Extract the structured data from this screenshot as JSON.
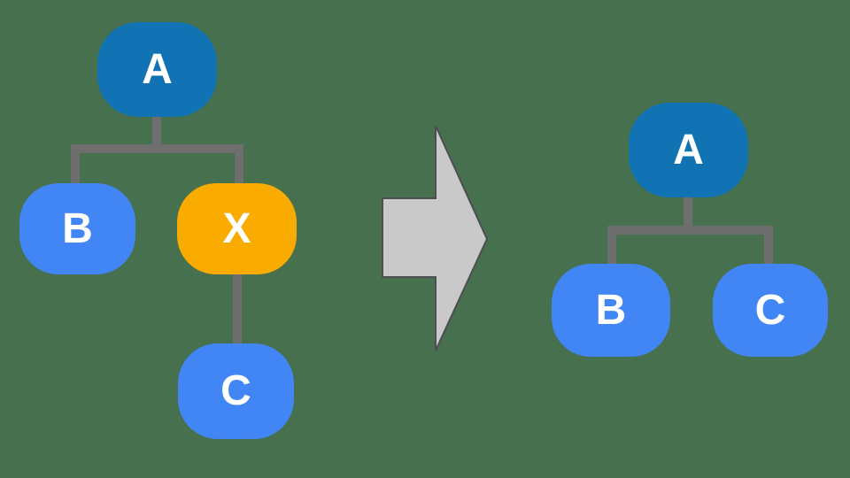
{
  "diagram": {
    "description": "Tree transformation: node X is removed and its child C is re-attached to root A",
    "colors": {
      "background": "#47704e",
      "root_node": "#1173b4",
      "child_node": "#4285f4",
      "highlight_node": "#f9ab00",
      "connector": "#6e6e6e",
      "arrow_fill": "#c9c9c9",
      "arrow_stroke": "#4d4d52",
      "node_text": "#ffffff"
    },
    "left_tree": {
      "nodes": [
        {
          "label": "A",
          "role": "root"
        },
        {
          "label": "B",
          "role": "child"
        },
        {
          "label": "X",
          "role": "highlighted"
        },
        {
          "label": "C",
          "role": "grandchild"
        }
      ],
      "edges": [
        "A-B",
        "A-X",
        "X-C"
      ]
    },
    "arrow": {
      "icon": "right-block-arrow"
    },
    "right_tree": {
      "nodes": [
        {
          "label": "A",
          "role": "root"
        },
        {
          "label": "B",
          "role": "child"
        },
        {
          "label": "C",
          "role": "child"
        }
      ],
      "edges": [
        "A-B",
        "A-C"
      ]
    }
  }
}
